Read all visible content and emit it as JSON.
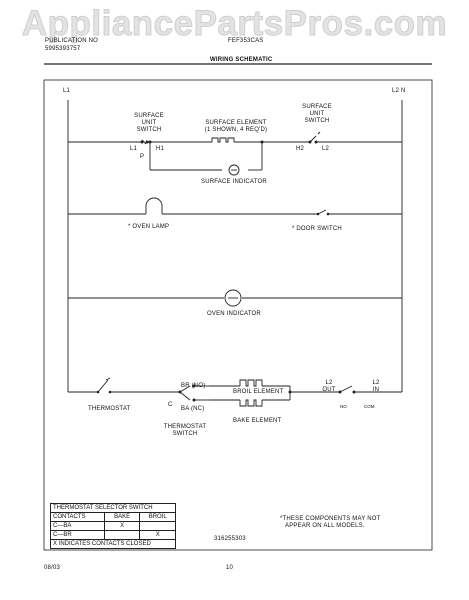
{
  "watermark": "AppliancePartsPros.com",
  "header": {
    "left_line1": "PUBLICATION NO",
    "left_line2": "5995393757",
    "model": "FEF353CAS",
    "title": "WIRING SCHEMATIC"
  },
  "labels": {
    "l1": "L1",
    "l2n": "L2 N",
    "surface_switch_left": [
      "SURFACE",
      "UNIT",
      "SWITCH"
    ],
    "surface_switch_right": [
      "SURFACE",
      "UNIT",
      "SWITCH"
    ],
    "surface_element": [
      "SURFACE ELEMENT",
      "(1 SHOWN, 4 REQ'D)"
    ],
    "term_l1": "L1",
    "term_p": "P",
    "term_h1": "H1",
    "term_h2": "H2",
    "term_l2": "L2",
    "surface_indicator": "SURFACE INDICATOR",
    "oven_lamp": "* OVEN LAMP",
    "door_switch": "* DOOR SWITCH",
    "oven_indicator": "OVEN INDICATOR",
    "thermostat": "THERMOSTAT",
    "term_c": "C",
    "term_br": "BR (NO)",
    "term_ba": "BA (NC)",
    "broil_element": "BROIL ELEMENT",
    "bake_element": "BAKE ELEMENT",
    "thermostat_switch": [
      "THERMOSTAT",
      "SWITCH"
    ],
    "l2_out": [
      "L2",
      "OUT"
    ],
    "l2_in": [
      "L2",
      "IN"
    ],
    "no": "NO",
    "com": "COM"
  },
  "selector_table": {
    "title": "THERMOSTAT SELECTOR SWITCH",
    "headers": [
      "CONTACTS",
      "BAKE",
      "BROIL"
    ],
    "rows": [
      [
        "C—BA",
        "X",
        ""
      ],
      [
        "C—BR",
        "",
        "X"
      ]
    ],
    "footer": "X INDICATES CONTACTS CLOSED"
  },
  "footnote": [
    "*THESE COMPONENTS MAY NOT",
    "APPEAR ON ALL MODELS."
  ],
  "part_number": "316255303",
  "footer": {
    "date": "08/03",
    "page": "10"
  }
}
